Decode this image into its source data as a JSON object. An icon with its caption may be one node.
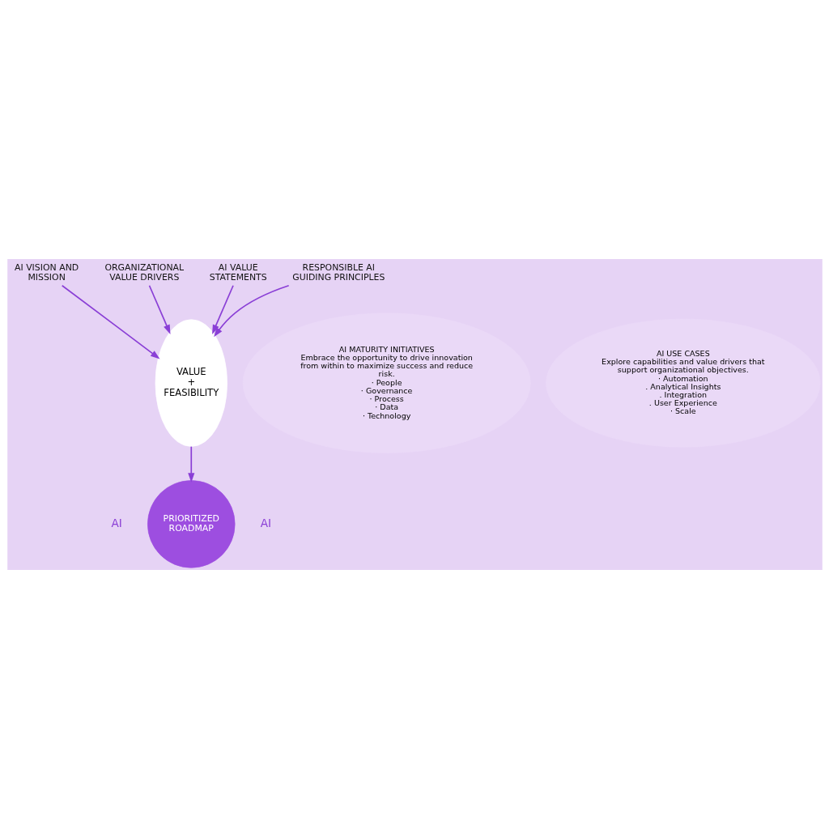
{
  "diagram": {
    "nodes": [
      {
        "text": [
          "AI VISION AND MISSION"
        ]
      },
      {
        "text": [
          "ORGANIZATIONAL VALUE DRIVERS"
        ]
      },
      {
        "text": [
          "AI VALUE STATEMENTS"
        ]
      },
      {
        "text": [
          "RESPONSIBLE AI GUIDING PRINCIPLES"
        ]
      },
      {
        "text": [
          "AI MATURITY INITIATIVES",
          "Embrace the opportunity to drive innovation from within to maximize success and reduce risk.",
          "· People",
          "· Governance",
          "· Process",
          "· Data",
          "· Technology"
        ]
      },
      {
        "text": [
          "VALUE",
          "+",
          "FEASIBILITY"
        ]
      },
      {
        "text": [
          "AI USE CASES",
          "Explore capabilities and value drivers that support organizational objectives.",
          "· Automation",
          ". Analytical Insights",
          ". Integration",
          ". User Experience",
          "· Scale"
        ]
      },
      {
        "text": [
          "PRIORITIZED ROADMAP"
        ]
      }
    ],
    "edges": [
      {
        "from": 0,
        "to": 5,
        "arrow": "to"
      },
      {
        "from": 1,
        "to": 5,
        "arrow": "to"
      },
      {
        "from": 2,
        "to": 5,
        "arrow": "to"
      },
      {
        "from": 3,
        "to": 5,
        "arrow": "to"
      },
      {
        "from": 5,
        "to": 7,
        "arrow": "to"
      }
    ],
    "labels": [
      "AI",
      "AI"
    ]
  }
}
